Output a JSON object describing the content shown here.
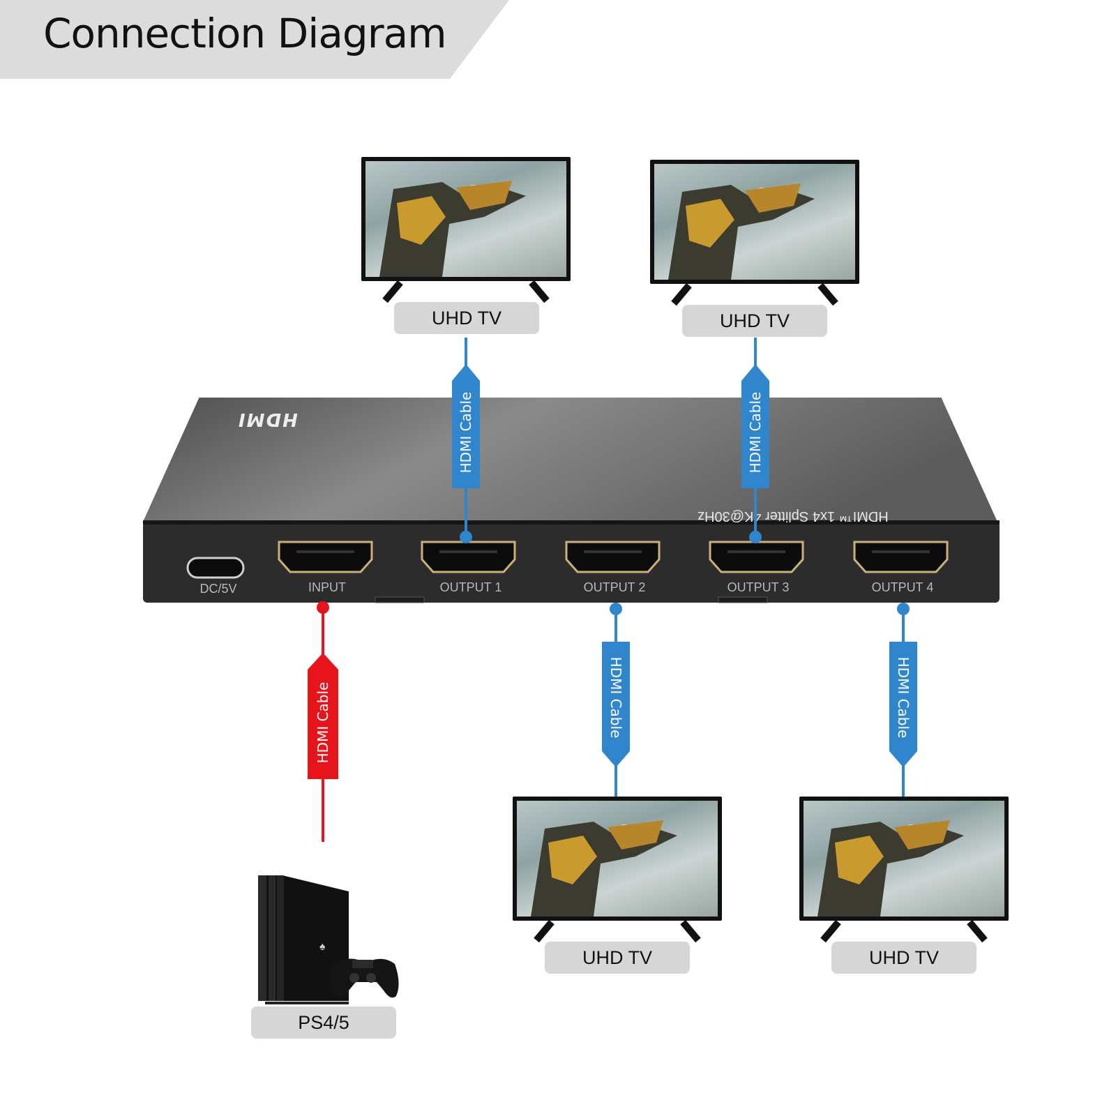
{
  "header": {
    "title": "Connection Diagram"
  },
  "device": {
    "logo": "HDMI",
    "model": "HDMI™ 1x4 Splitter 4K@30Hz",
    "ports": [
      {
        "label": "DC/5V",
        "type": "usb-c"
      },
      {
        "label": "INPUT",
        "type": "hdmi"
      },
      {
        "label": "OUTPUT 1",
        "type": "hdmi"
      },
      {
        "label": "OUTPUT 2",
        "type": "hdmi"
      },
      {
        "label": "OUTPUT 3",
        "type": "hdmi"
      },
      {
        "label": "OUTPUT 4",
        "type": "hdmi"
      }
    ]
  },
  "cables": [
    {
      "label": "HDMI Cable",
      "color": "#e8141c",
      "connects": "INPUT"
    },
    {
      "label": "HDMI Cable",
      "color": "#2f86cc",
      "connects": "OUTPUT 1"
    },
    {
      "label": "HDMI Cable",
      "color": "#2f86cc",
      "connects": "OUTPUT 2"
    },
    {
      "label": "HDMI Cable",
      "color": "#2f86cc",
      "connects": "OUTPUT 3"
    },
    {
      "label": "HDMI Cable",
      "color": "#2f86cc",
      "connects": "OUTPUT 4"
    }
  ],
  "displays": [
    {
      "label": "UHD TV"
    },
    {
      "label": "UHD TV"
    },
    {
      "label": "UHD TV"
    },
    {
      "label": "UHD TV"
    }
  ],
  "source": {
    "label": "PS4/5"
  },
  "colors": {
    "banner": "#dcdcdc",
    "label_bg": "#d6d6d6",
    "input_cable": "#e8141c",
    "output_cable": "#2f86cc"
  }
}
